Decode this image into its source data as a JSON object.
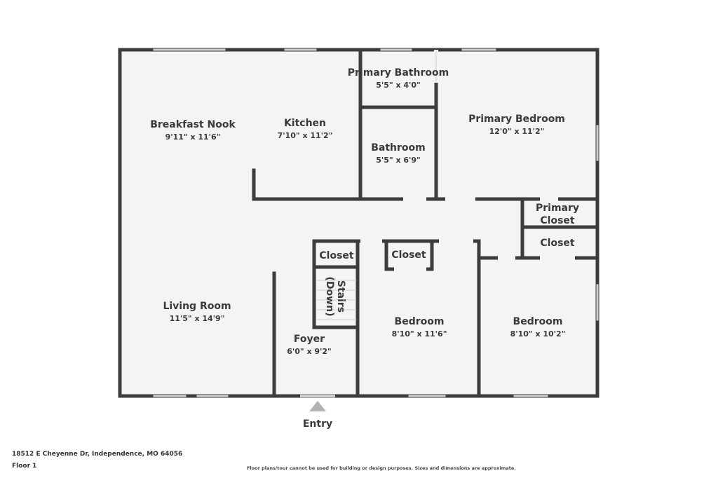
{
  "rooms": {
    "breakfast_nook": {
      "name": "Breakfast Nook",
      "dims": "9'11\" x 11'6\""
    },
    "kitchen": {
      "name": "Kitchen",
      "dims": "7'10\" x 11'2\""
    },
    "primary_bathroom": {
      "name": "Primary Bathroom",
      "dims": "5'5\" x 4'0\""
    },
    "bathroom": {
      "name": "Bathroom",
      "dims": "5'5\" x 6'9\""
    },
    "primary_bedroom": {
      "name": "Primary Bedroom",
      "dims": "12'0\" x 11'2\""
    },
    "primary_closet": {
      "line1": "Primary",
      "line2": "Closet"
    },
    "closet_right": {
      "name": "Closet"
    },
    "closet_left": {
      "name": "Closet"
    },
    "closet_mid": {
      "name": "Closet"
    },
    "stairs": {
      "line1": "Stairs",
      "line2": "(Down)"
    },
    "living_room": {
      "name": "Living Room",
      "dims": "11'5\" x 14'9\""
    },
    "foyer": {
      "name": "Foyer",
      "dims": "6'0\" x 9'2\""
    },
    "bedroom_1": {
      "name": "Bedroom",
      "dims": "8'10\" x 11'6\""
    },
    "bedroom_2": {
      "name": "Bedroom",
      "dims": "8'10\" x 10'2\""
    }
  },
  "entry_label": "Entry",
  "footer": {
    "address": "18512 E Cheyenne Dr, Independence, MO 64056",
    "floor": "Floor 1",
    "disclaimer": "Floor plans/tour cannot be used for building or design purposes. Sizes and dimensions are approximate."
  },
  "colors": {
    "wall": "#3c3c3c",
    "floor_fill": "#f4f4f4",
    "window": "#c8c8c8",
    "entry_arrow": "#b3b3b3"
  }
}
